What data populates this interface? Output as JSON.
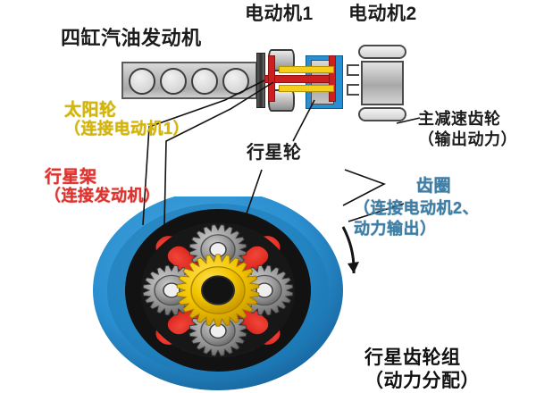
{
  "diagram": {
    "title_engine": "四缸汽油发动机",
    "title_motor1": "电动机1",
    "title_motor2": "电动机2",
    "labels": {
      "sun_gear": "太阳轮",
      "sun_gear_sub": "（连接电动机1）",
      "carrier": "行星架",
      "carrier_sub": "（连接发动机）",
      "planet_gear": "行星轮",
      "final_drive": "主减速齿轮",
      "final_drive_sub": "（输出动力）",
      "ring_gear": "齿圈",
      "ring_gear_sub_line1": "（连接电动机2、",
      "ring_gear_sub_line2": "动力输出）",
      "gearset": "行星齿轮组",
      "gearset_sub": "（动力分配）"
    },
    "colors": {
      "sun_gear": "#d4b60a",
      "carrier": "#e0332e",
      "ring_gear_text": "#3f7fa6",
      "ring_outer": "#2a8fd0",
      "ring_teeth": "#1a1a1a",
      "planet_gear": "#9a9a9a",
      "carrier_arm": "#e02a20",
      "sun_gear_fill": "#f2c400",
      "engine_metal": "#b9b9b9",
      "shaft_red": "#cc2020",
      "shaft_yellow": "#f5cf1a",
      "motor2_housing": "#2a8fd0",
      "text_dark": "#1b1b1b"
    },
    "engine": {
      "cylinder_count": 4
    },
    "gearset_geometry": {
      "planet_gear_count": 4,
      "carrier_arm_count": 4,
      "rotation_arrow": "clockwise"
    }
  }
}
